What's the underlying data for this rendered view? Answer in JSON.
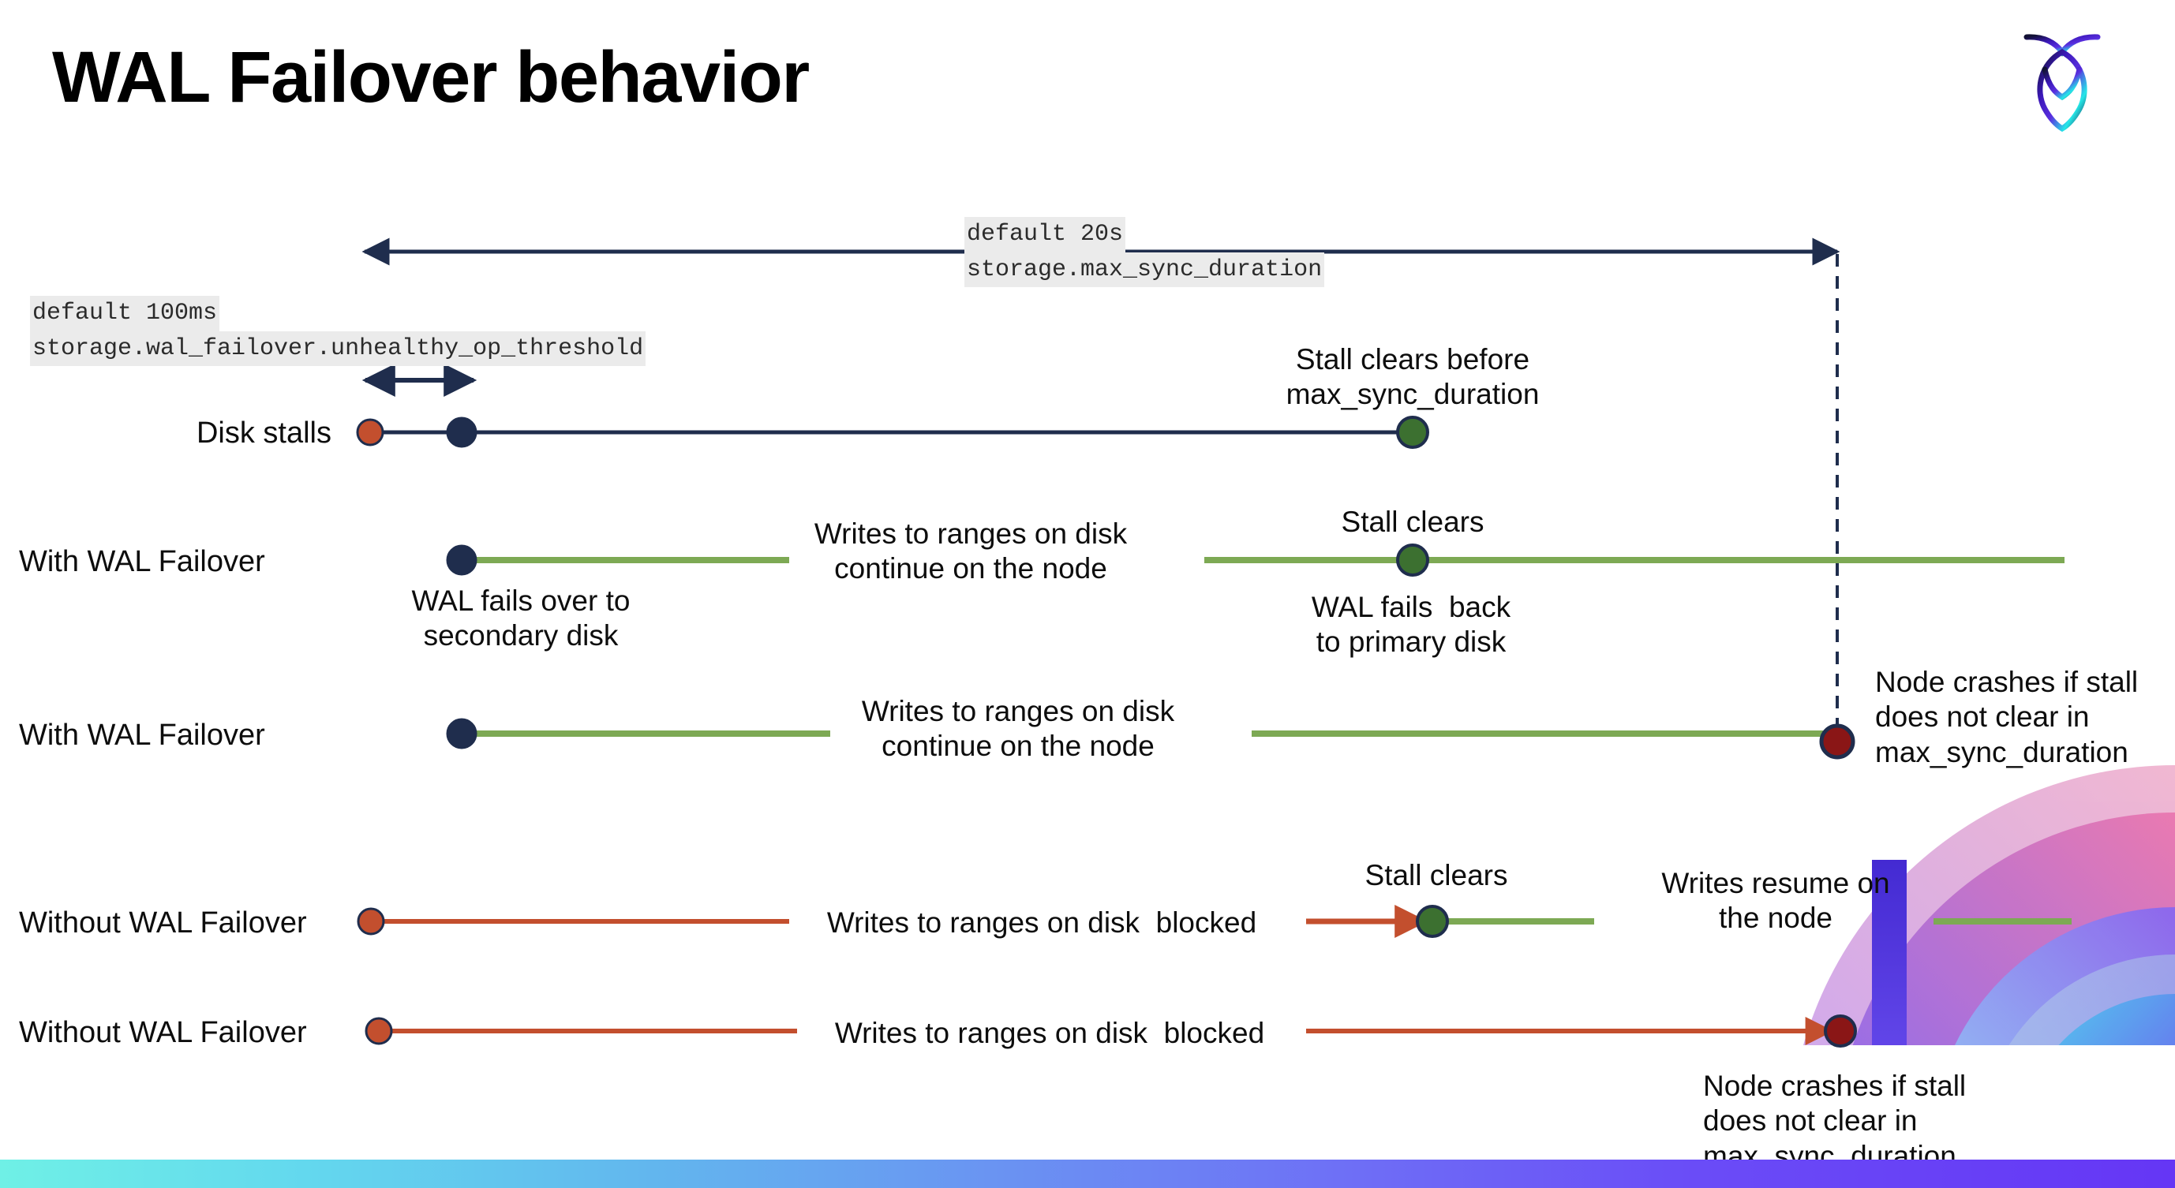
{
  "slide": {
    "title": "WAL Failover behavior",
    "logo_name": "cockroachdb-logo"
  },
  "annotations": {
    "max_sync": {
      "default_line": "default 20s",
      "setting_line": "storage.max_sync_duration"
    },
    "unhealthy_op": {
      "default_line": "default 100ms",
      "setting_line": "storage.wal_failover.unhealthy_op_threshold"
    }
  },
  "rows": [
    {
      "name": "disk-stalls",
      "label": "Disk stalls",
      "callouts": [
        {
          "name": "stall-clears-before",
          "text": "Stall clears before\nmax_sync_duration"
        }
      ]
    },
    {
      "name": "with-wal-failover-1",
      "label": "With WAL Failover",
      "callouts": [
        {
          "name": "wal-fails-over",
          "text": "WAL fails over to\nsecondary disk"
        },
        {
          "name": "writes-continue-1",
          "text": "Writes to ranges on disk\ncontinue on the node"
        },
        {
          "name": "stall-clears-1",
          "text": "Stall clears"
        },
        {
          "name": "wal-fails-back",
          "text": "WAL fails  back\nto primary disk"
        }
      ]
    },
    {
      "name": "with-wal-failover-2",
      "label": "With WAL Failover",
      "callouts": [
        {
          "name": "writes-continue-2",
          "text": "Writes to ranges on disk\ncontinue on the node"
        },
        {
          "name": "node-crashes-1",
          "text": "Node crashes if stall\ndoes not clear in\nmax_sync_duration"
        }
      ]
    },
    {
      "name": "without-wal-failover-1",
      "label": "Without WAL Failover",
      "callouts": [
        {
          "name": "writes-blocked-1",
          "text": "Writes to ranges on disk  blocked"
        },
        {
          "name": "stall-clears-2",
          "text": "Stall clears"
        },
        {
          "name": "writes-resume",
          "text": "Writes resume on\nthe node"
        }
      ]
    },
    {
      "name": "without-wal-failover-2",
      "label": "Without WAL Failover",
      "callouts": [
        {
          "name": "writes-blocked-2",
          "text": "Writes to ranges on disk  blocked"
        },
        {
          "name": "node-crashes-2",
          "text": "Node crashes if stall\ndoes not clear in\nmax_sync_duration"
        }
      ]
    }
  ],
  "colors": {
    "navy": "#1f2d4d",
    "green_line": "#7da954",
    "green_dot": "#3c7030",
    "orange": "#c34f2e",
    "dark_red": "#8a1616",
    "code_bg": "#ebebeb",
    "bar_start": "#6ff0e6",
    "bar_end": "#6536f5"
  }
}
